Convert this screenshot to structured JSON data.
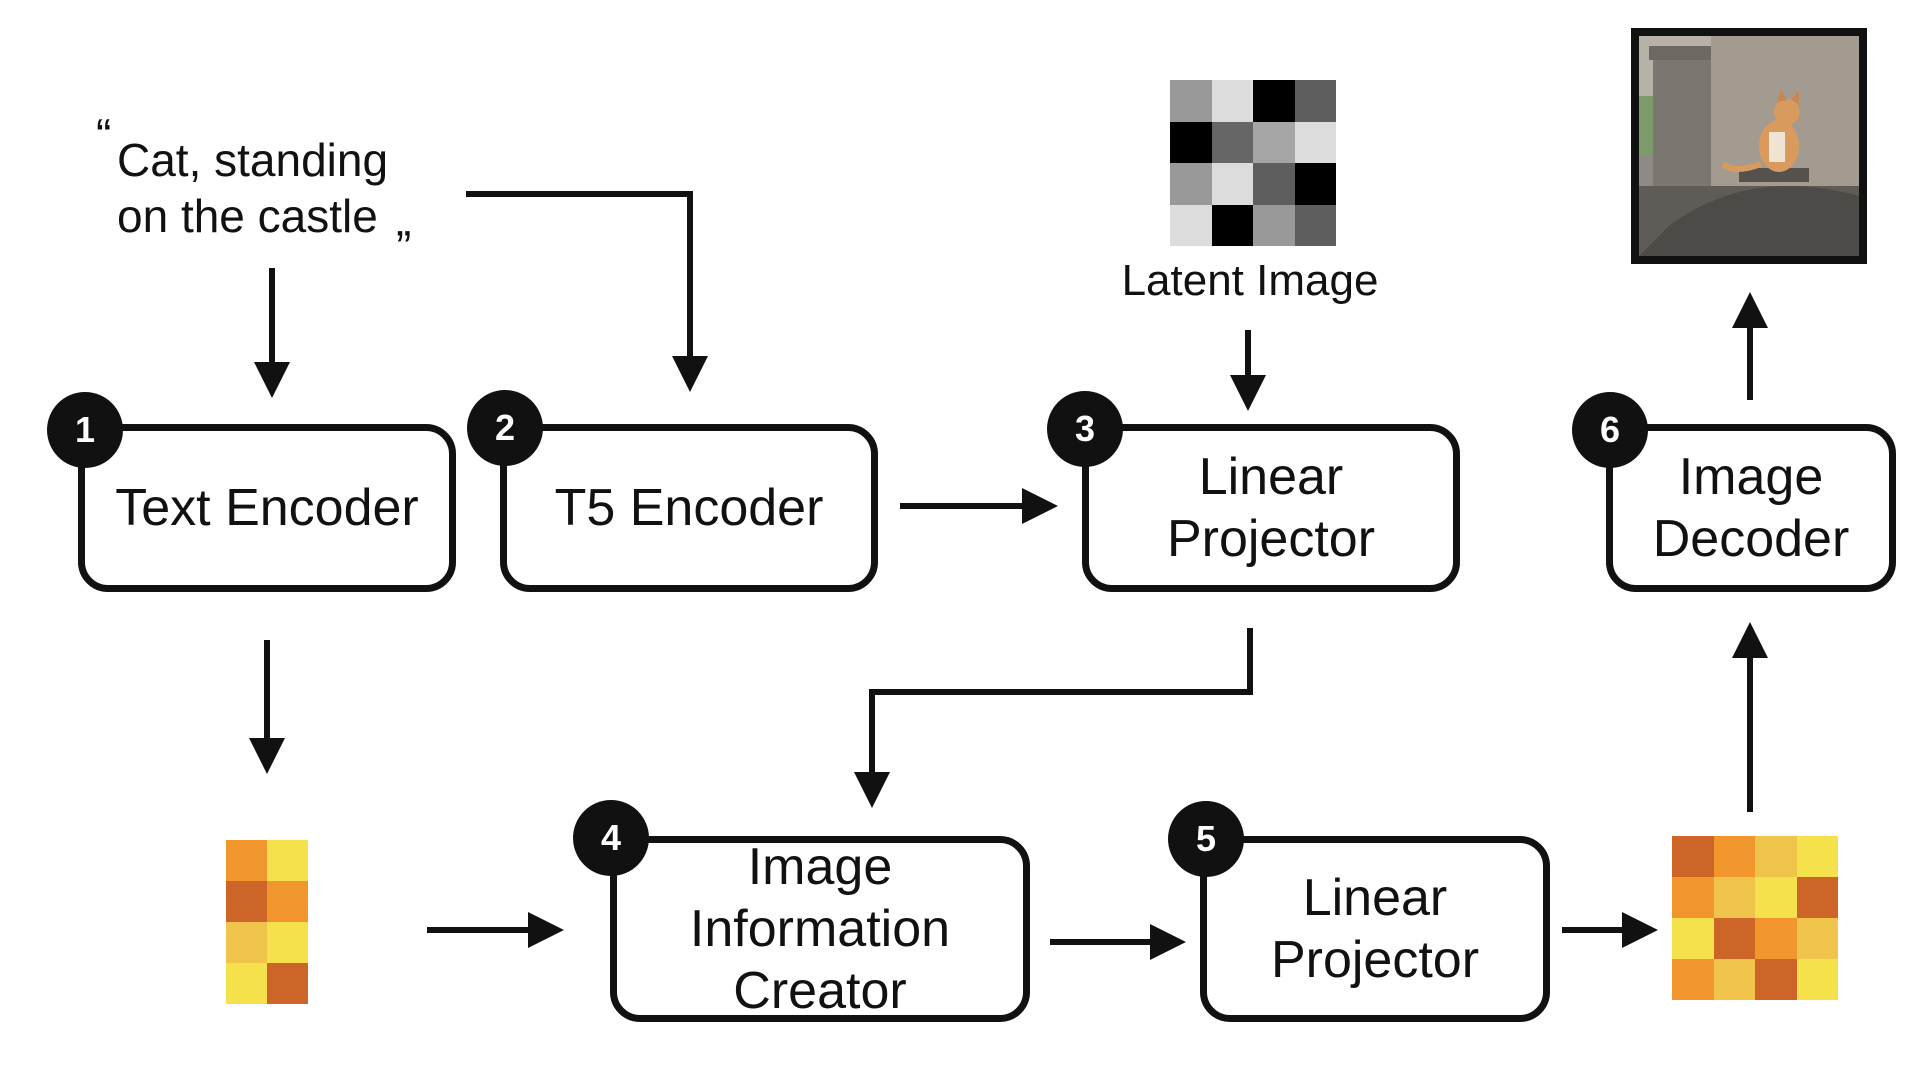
{
  "prompt": {
    "open_quote": "“",
    "line1": "Cat, standing",
    "line2": "on the castle",
    "close_quote": "”"
  },
  "nodes": [
    {
      "badge": "1",
      "label": "Text Encoder"
    },
    {
      "badge": "2",
      "label": "T5 Encoder"
    },
    {
      "badge": "3",
      "label": "Linear\nProjector"
    },
    {
      "badge": "4",
      "label": "Image\nInformation\nCreator"
    },
    {
      "badge": "5",
      "label": "Linear\nProjector"
    },
    {
      "badge": "6",
      "label": "Image\nDecoder"
    }
  ],
  "latent_image": {
    "label": "Latent Image",
    "cells": [
      "#999999",
      "#dcdcdc",
      "#000000",
      "#5e5e5e",
      "#000000",
      "#666666",
      "#a6a6a6",
      "#dcdcdc",
      "#999999",
      "#dcdcdc",
      "#5e5e5e",
      "#000000",
      "#dcdcdc",
      "#000000",
      "#999999",
      "#5e5e5e"
    ]
  },
  "text_embedding": {
    "cells": [
      "#f0962d",
      "#f5e14b",
      "#cd6428",
      "#f0962d",
      "#f0c34b",
      "#f5e14b",
      "#f5e14b",
      "#cd6428"
    ]
  },
  "output_latent": {
    "cells": [
      "#cd6428",
      "#f0962d",
      "#f0c34b",
      "#f5e14b",
      "#f0962d",
      "#f0c34b",
      "#f5e14b",
      "#cd6428",
      "#f5e14b",
      "#cd6428",
      "#f0962d",
      "#f0c34b",
      "#f0962d",
      "#f0c34b",
      "#cd6428",
      "#f5e14b"
    ]
  },
  "output_image": {
    "description_icon": "cat-on-castle-photo"
  },
  "colors": {
    "stroke": "#111111",
    "badge_bg": "#111111",
    "badge_text": "#ffffff"
  }
}
